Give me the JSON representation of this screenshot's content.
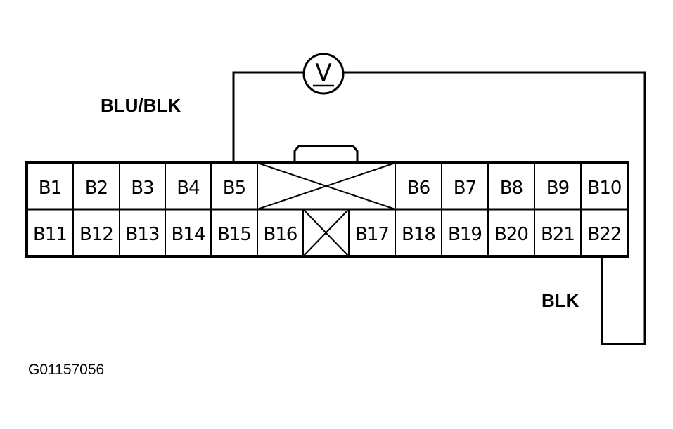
{
  "diagram": {
    "wire_labels": {
      "left": "BLU/BLK",
      "right": "BLK"
    },
    "meter": {
      "symbol": "V",
      "icon": "voltmeter-icon"
    },
    "connector": {
      "top_row": [
        "B1",
        "B2",
        "B3",
        "B4",
        "B5",
        "B6",
        "B7",
        "B8",
        "B9",
        "B10"
      ],
      "bottom_row": [
        "B11",
        "B12",
        "B13",
        "B14",
        "B15",
        "B16",
        "B17",
        "B18",
        "B19",
        "B20",
        "B21",
        "B22"
      ]
    },
    "figure_id": "G01157056"
  }
}
